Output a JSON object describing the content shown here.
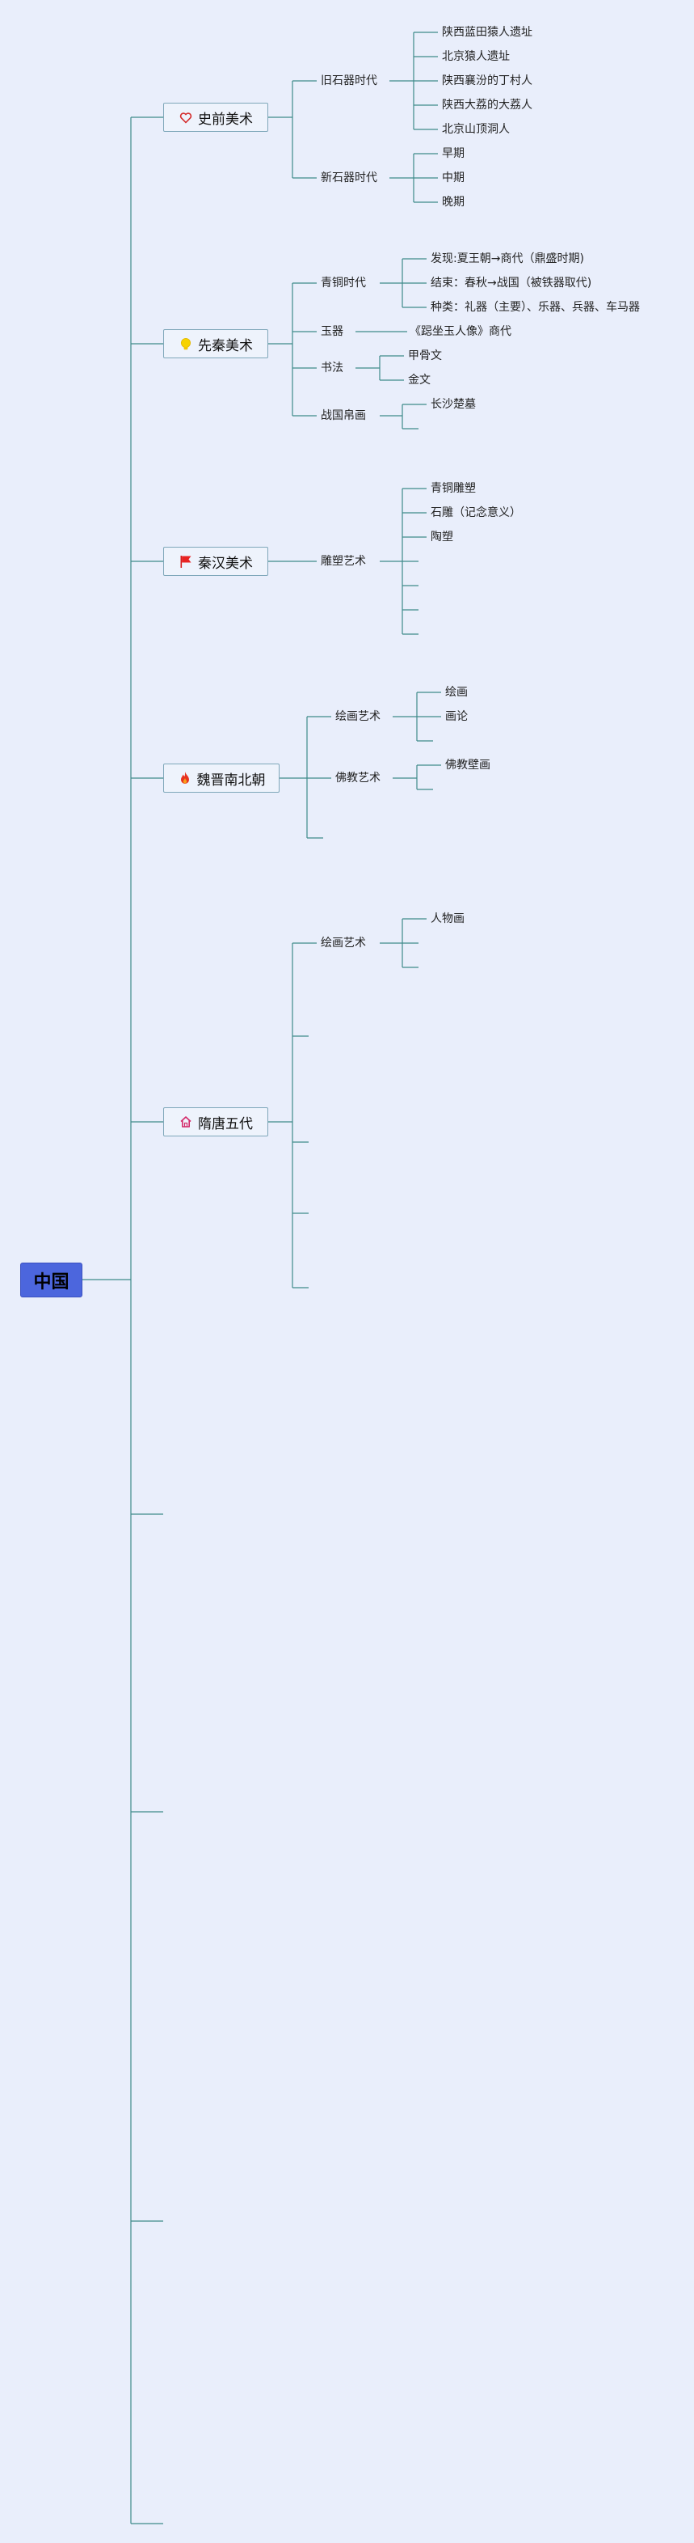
{
  "root": {
    "label": "中国"
  },
  "topics": {
    "prehistoric": {
      "label": "史前美术",
      "icon": "heart-icon",
      "paleolithic": {
        "label": "旧石器时代",
        "items": [
          "陕西蓝田猿人遗址",
          "北京猿人遗址",
          "陕西襄汾的丁村人",
          "陕西大荔的大荔人",
          "北京山顶洞人"
        ]
      },
      "neolithic": {
        "label": "新石器时代",
        "items": [
          "早期",
          "中期",
          "晚期"
        ]
      }
    },
    "preqin": {
      "label": "先秦美术",
      "icon": "lightbulb-icon",
      "bronze": {
        "label": "青铜时代",
        "items": [
          "发现:夏王朝→商代（鼎盛时期)",
          "结束：春秋→战国（被铁器取代)",
          "种类：礼器（主要）、乐器、兵器、车马器"
        ]
      },
      "jade": {
        "label": "玉器",
        "items": [
          "《跽坐玉人像》商代"
        ]
      },
      "calligraphy": {
        "label": "书法",
        "items": [
          "甲骨文",
          "金文"
        ]
      },
      "silk": {
        "label": "战国帛画",
        "items": [
          "长沙楚墓"
        ]
      }
    },
    "qinhan": {
      "label": "秦汉美术",
      "icon": "flag-icon",
      "sculpture": {
        "label": "雕塑艺术",
        "items": [
          "青铜雕塑",
          "石雕（记念意义）",
          "陶塑"
        ]
      }
    },
    "weijin": {
      "label": "魏晋南北朝",
      "icon": "fire-icon",
      "painting": {
        "label": "绘画艺术",
        "items": [
          "绘画",
          "画论"
        ]
      },
      "buddhist": {
        "label": "佛教艺术",
        "items": [
          "佛教壁画"
        ]
      }
    },
    "suitang": {
      "label": "隋唐五代",
      "icon": "home-icon",
      "painting": {
        "label": "绘画艺术",
        "items": [
          "人物画"
        ]
      }
    }
  },
  "colors": {
    "line": "#3f8a8a",
    "root_fill": "#4c66dd",
    "topic_border": "#7fa7ba",
    "background": "#e9eefb"
  }
}
